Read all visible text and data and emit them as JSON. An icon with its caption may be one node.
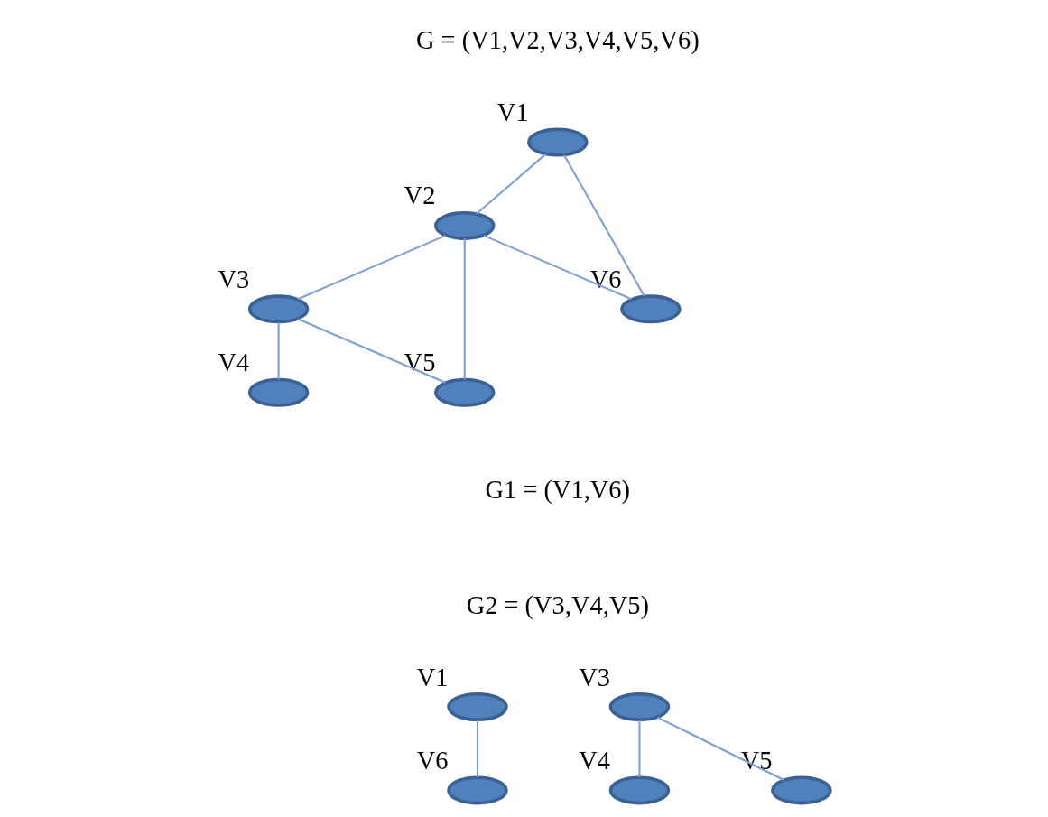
{
  "diagram": {
    "nodes": [
      {
        "text": [],
        "shape": "ellipse",
        "beside": [
          "V1"
        ]
      },
      {
        "text": [],
        "shape": "ellipse",
        "beside": [
          "V2"
        ]
      },
      {
        "text": [],
        "shape": "ellipse",
        "beside": [
          "V3"
        ]
      },
      {
        "text": [],
        "shape": "ellipse",
        "beside": [
          "V4"
        ]
      },
      {
        "text": [],
        "shape": "ellipse",
        "beside": [
          "V5"
        ]
      },
      {
        "text": [],
        "shape": "ellipse",
        "beside": [
          "V6"
        ]
      },
      {
        "text": [],
        "shape": "ellipse",
        "beside": [
          "V1"
        ]
      },
      {
        "text": [],
        "shape": "ellipse",
        "beside": [
          "V6"
        ]
      },
      {
        "text": [],
        "shape": "ellipse",
        "beside": [
          "V3"
        ]
      },
      {
        "text": [],
        "shape": "ellipse",
        "beside": [
          "V4"
        ]
      },
      {
        "text": [],
        "shape": "ellipse",
        "beside": [
          "V5"
        ]
      }
    ],
    "edges": [
      {
        "from": 0,
        "to": 1,
        "arrow": "none"
      },
      {
        "from": 0,
        "to": 5,
        "arrow": "none"
      },
      {
        "from": 1,
        "to": 5,
        "arrow": "none"
      },
      {
        "from": 1,
        "to": 2,
        "arrow": "none"
      },
      {
        "from": 1,
        "to": 4,
        "arrow": "none"
      },
      {
        "from": 2,
        "to": 4,
        "arrow": "none"
      },
      {
        "from": 2,
        "to": 3,
        "arrow": "none"
      },
      {
        "from": 6,
        "to": 7,
        "arrow": "none"
      },
      {
        "from": 8,
        "to": 10,
        "arrow": "none"
      },
      {
        "from": 8,
        "to": 9,
        "arrow": "none"
      }
    ],
    "labels": [
      "G = (V1,V2,V3,V4,V5,V6)",
      "G1 = (V1,V6)",
      "G2 = (V3,V4,V5)"
    ]
  }
}
